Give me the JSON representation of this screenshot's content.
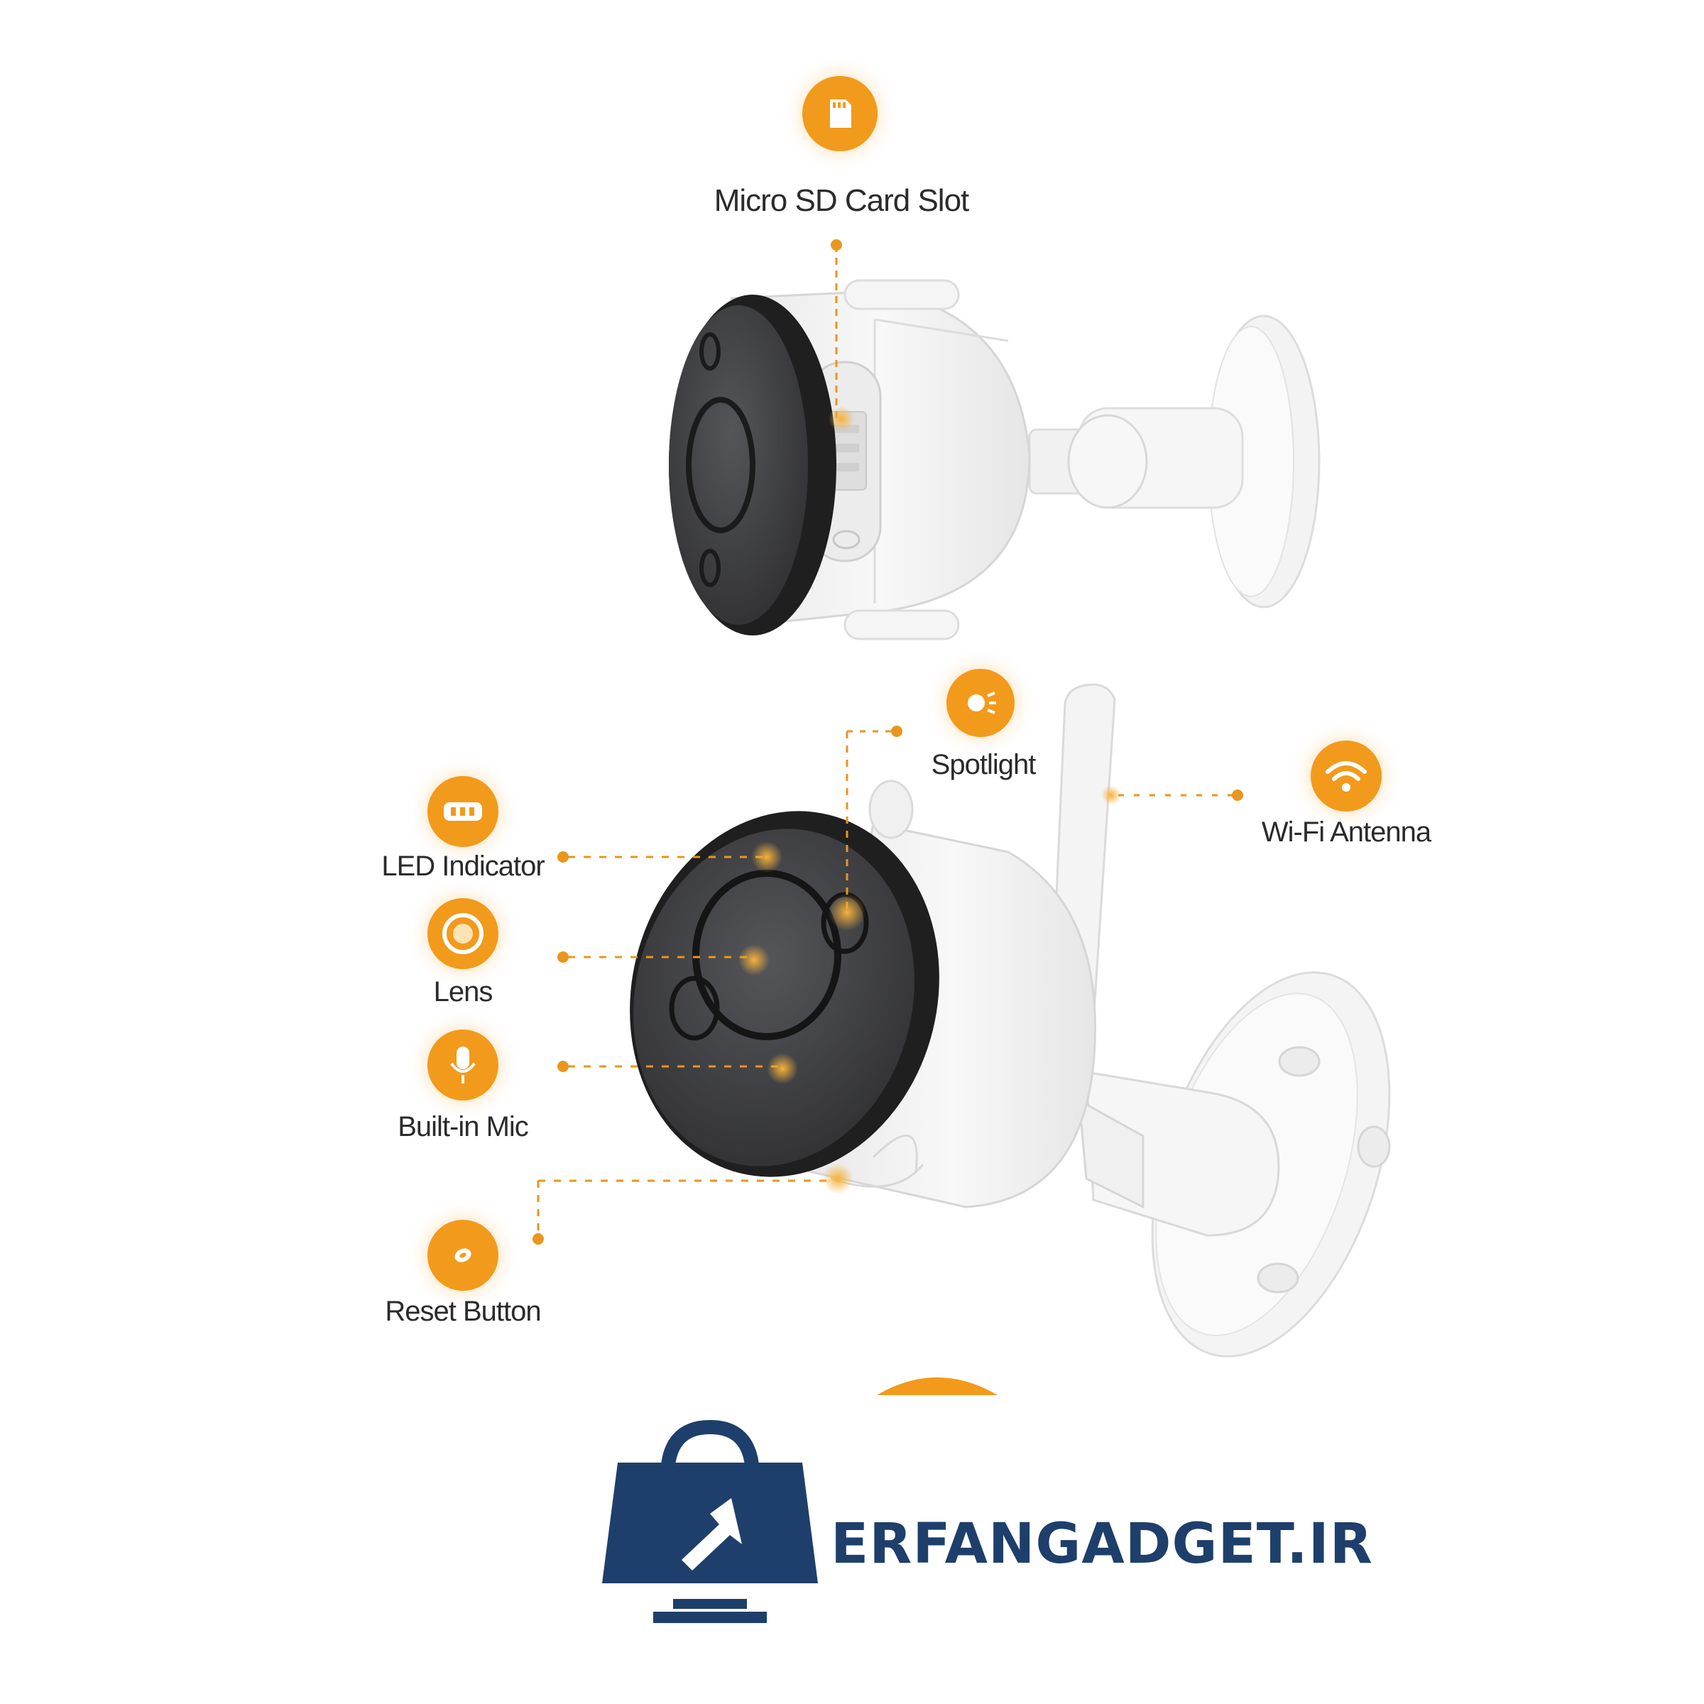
{
  "callouts": {
    "sd_card": {
      "label": "Micro SD Card Slot",
      "icon": "sd-card-icon"
    },
    "spotlight": {
      "label": "Spotlight",
      "icon": "spotlight-icon"
    },
    "wifi": {
      "label": "Wi-Fi Antenna",
      "icon": "wifi-icon"
    },
    "led": {
      "label": "LED Indicator",
      "icon": "led-icon"
    },
    "lens": {
      "label": "Lens",
      "icon": "lens-icon"
    },
    "mic": {
      "label": "Built-in Mic",
      "icon": "microphone-icon"
    },
    "reset": {
      "label": "Reset Button",
      "icon": "reset-button-icon"
    }
  },
  "brand": {
    "name": "ERFANGADGET.IR",
    "logo": "shopping-bag-cursor-logo"
  },
  "colors": {
    "accent": "#f29a1b",
    "brand": "#1e3f6b",
    "camera_face": "#3a3a3c",
    "body": "#f4f4f4"
  }
}
